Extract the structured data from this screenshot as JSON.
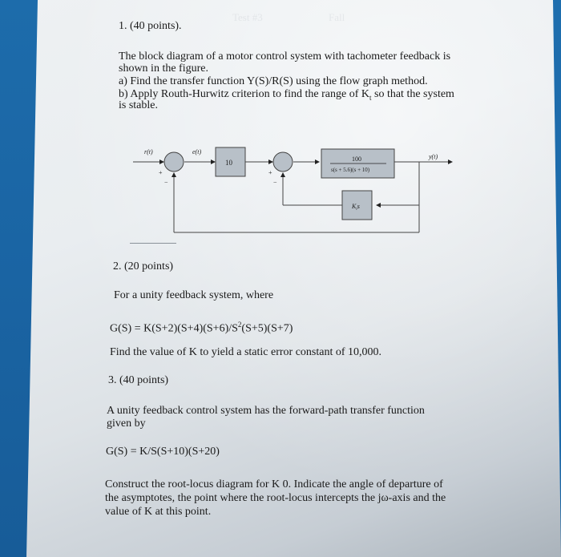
{
  "problem1": {
    "heading": "1. (40 points).",
    "intro_line1": "The block diagram of a motor control system with tachometer feedback is",
    "intro_line2": "shown in the figure.",
    "part_a": "a) Find the transfer function Y(S)/R(S) using the flow graph method.",
    "part_b_pre": "b) Apply Routh-Hurwitz criterion to find the range of K",
    "part_b_sub": "t",
    "part_b_post": " so that the system",
    "part_b_line2": "is stable.",
    "diagram": {
      "input_label": "r(t)",
      "error_label": "e(t)",
      "output_label": "y(t)",
      "gain_block": "10",
      "plant_numerator": "100",
      "plant_denominator": "s(s + 5.6)(s + 10)",
      "feedback_block": "K",
      "feedback_sub": "t",
      "feedback_s": "s",
      "sum1_plus": "+",
      "sum1_minus": "−",
      "sum2_plus": "+",
      "sum2_minus": "−"
    }
  },
  "problem2": {
    "heading": "2. (20 points)",
    "intro": "For a unity feedback system, where",
    "equation_pre": "G(S) = K(S+2)(S+4)(S+6)/S",
    "equation_sup": "2",
    "equation_post": "(S+5)(S+7)",
    "question": "Find the value of K to yield a static error constant of 10,000."
  },
  "problem3": {
    "heading": "3. (40 points)",
    "intro_line1": "A unity feedback control system has the forward-path transfer function",
    "intro_line2": "given by",
    "equation": "G(S) = K/S(S+10)(S+20)",
    "question_line1": "Construct the root-locus diagram for K   0. Indicate the angle of departure of",
    "question_line2": "the asymptotes, the point where the root-locus intercepts the jω-axis and the",
    "question_line3": "value of K at this point."
  },
  "colors": {
    "background_blue": "#1f6aa8",
    "paper": "#e9edf0",
    "block_fill": "#b8c0c8",
    "ink": "#1a1a1a"
  }
}
